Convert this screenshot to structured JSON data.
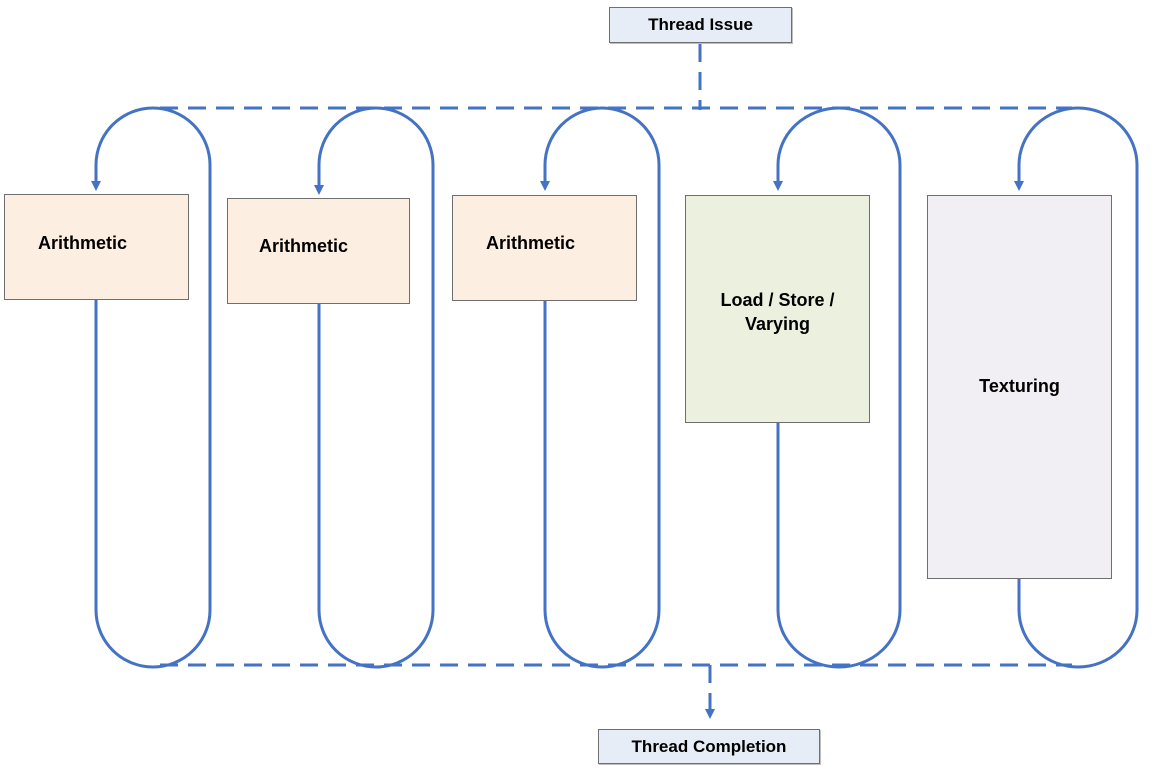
{
  "header": {
    "issue_label": "Thread Issue"
  },
  "footer": {
    "completion_label": "Thread Completion"
  },
  "stages": [
    {
      "label": "Arithmetic"
    },
    {
      "label": "Arithmetic"
    },
    {
      "label": "Arithmetic"
    },
    {
      "label": "Load / Store /\nVarying"
    },
    {
      "label": "Texturing"
    }
  ],
  "colors": {
    "line": "#4472c4",
    "arithmetic_fill": "#fdeee2",
    "load_store_fill": "#ebf1de",
    "texturing_fill": "#f1eff4",
    "label_fill": "#e6edf7"
  }
}
